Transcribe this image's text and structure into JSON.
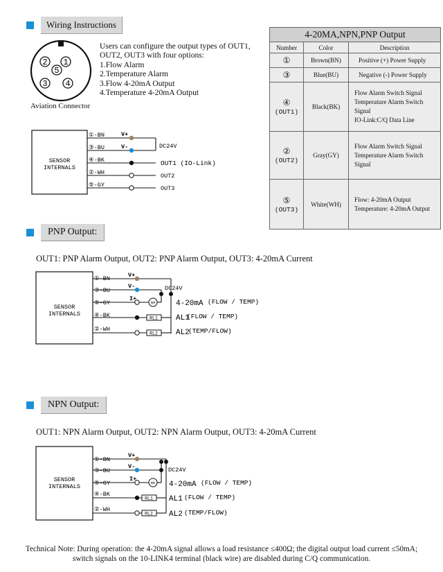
{
  "wiring": {
    "heading": "Wiring Instructions",
    "connector_caption": "Aviation Connector",
    "pins": [
      "1",
      "2",
      "3",
      "4",
      "5"
    ],
    "options": [
      "Users can configure the output types of OUT1,",
      "OUT2, OUT3 with four options:",
      "1.Flow Alarm",
      "2.Temperature Alarm",
      "3.Flow 4-20mA Output",
      "4.Temperature 4-20mA Output"
    ],
    "diagram": {
      "box": "SENSOR\nINTERNALS",
      "wires": [
        "①-BN",
        "③-BU",
        "④-BK",
        "②-WH",
        "⑤-GY"
      ],
      "vplus": "V+",
      "vminus": "V-",
      "dc": "DC24V",
      "out1": "OUT1 (IO-Link)",
      "out2": "OUT2",
      "out3": "OUT3"
    }
  },
  "table": {
    "title": "4-20MA,NPN,PNP Output",
    "headers": [
      "Number",
      "Color",
      "Description"
    ],
    "rows": [
      {
        "num": "①",
        "out": "",
        "color": "Brown(BN)",
        "desc": [
          "Positive (+) Power Supply"
        ]
      },
      {
        "num": "③",
        "out": "",
        "color": "Blue(BU)",
        "desc": [
          "Negative (-) Power Supply"
        ]
      },
      {
        "num": "④",
        "out": "(OUT1)",
        "color": "Black(BK)",
        "desc": [
          "Flow Alarm Switch Signal",
          "Temperature Alarm Switch Signal",
          "IO-Link:C/Q Data Line"
        ]
      },
      {
        "num": "②",
        "out": "(OUT2)",
        "color": "Gray(GY)",
        "desc": [
          "Flow Alarm Switch Signal",
          "Temperature Alarm Switch Signal"
        ]
      },
      {
        "num": "⑤",
        "out": "(OUT3)",
        "color": "White(WH)",
        "desc": [
          "Flow: 4-20mA Output",
          "Temperature: 4-20mA Output"
        ]
      }
    ]
  },
  "pnp": {
    "heading": "PNP Output:",
    "caption": "OUT1: PNP Alarm Output, OUT2: PNP Alarm Output, OUT3: 4-20mA Current",
    "box": "SENSOR\nINTERNALS",
    "wires": [
      "①-BN",
      "③-BU",
      "⑤-GY",
      "④-BK",
      "②-WH"
    ],
    "vplus": "V+",
    "vminus": "V-",
    "iplus": "I+",
    "dc": "DC24V",
    "meter": "mA",
    "rl1": "RL1",
    "rl2": "RL2",
    "label_4_20": "4-20mA",
    "label_4_20_sub": "(FLOW / TEMP)",
    "label_al1": "AL1",
    "label_al1_sub": "(FLOW / TEMP)",
    "label_al2": "AL2",
    "label_al2_sub": "(TEMP/FLOW)"
  },
  "npn": {
    "heading": "NPN Output:",
    "caption": "OUT1: NPN Alarm Output, OUT2: NPN Alarm Output, OUT3: 4-20mA Current",
    "box": "SENSOR\nINTERNALS",
    "wires": [
      "①-BN",
      "③-BU",
      "⑤-GY",
      "④-BK",
      "②-WH"
    ],
    "vplus": "V+",
    "vminus": "V-",
    "iplus": "I+",
    "dc": "DC24V",
    "meter": "mA",
    "rl1": "RL1",
    "rl2": "RL2",
    "label_4_20": "4-20mA",
    "label_4_20_sub": "(FLOW / TEMP)",
    "label_al1": "AL1",
    "label_al1_sub": "(FLOW / TEMP)",
    "label_al2": "AL2",
    "label_al2_sub": "(TEMP/FLOW)"
  },
  "note": [
    "Technical Note: During operation: the 4-20mA signal allows a load resistance ≤400Ω; the digital output load current ≤50mA;",
    "switch signals on the 10-LINK4 terminal (black wire) are disabled during C/Q communication."
  ],
  "colors": {
    "accent": "#1a8fd6",
    "brown": "#a08060",
    "blue": "#1a8fd6",
    "header_gray": "#d9d9d9"
  }
}
